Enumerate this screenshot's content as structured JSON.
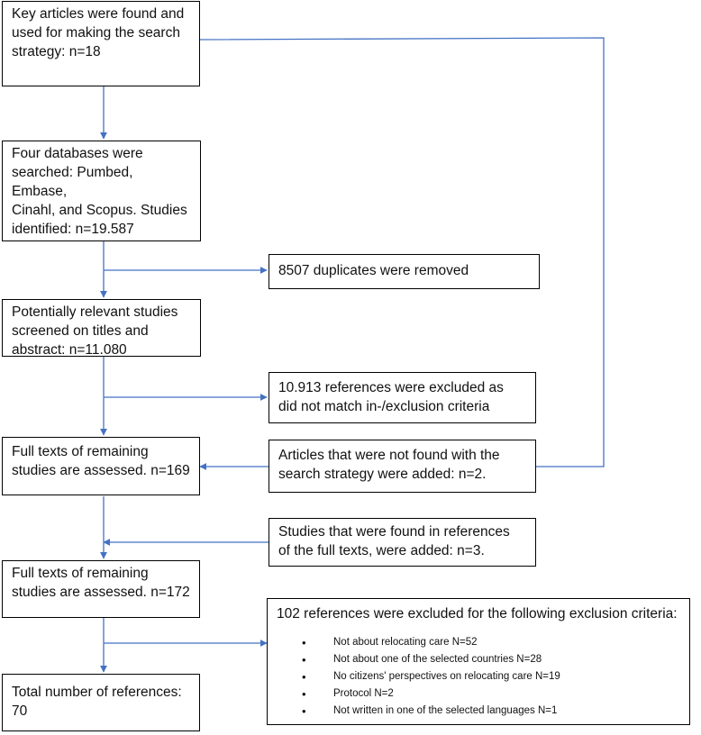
{
  "boxes": {
    "key_articles": "Key articles were found and\nused for making the search\nstrategy: n=18",
    "databases": "Four databases were\nsearched: Pumbed, Embase,\nCinahl, and Scopus. Studies\nidentified: n=19.587",
    "duplicates": "8507 duplicates were removed",
    "screened": "Potentially relevant studies\nscreened on titles and\nabstract: n=11.080",
    "excluded_criteria": "10.913 references were excluded as\ndid not match in-/exclusion criteria",
    "full_texts_1": "Full texts of remaining\nstudies are assessed. n=169",
    "not_found_added": "Articles that were not found with the\nsearch strategy were added: n=2.",
    "refs_added": "Studies that were found in references\nof the full texts, were added: n=3.",
    "full_texts_2": "Full texts of remaining\nstudies are assessed. n=172",
    "total": "Total number of references:\n70"
  },
  "exclusion": {
    "title": "102 references were excluded for the following exclusion criteria:",
    "items": [
      "Not about relocating care N=52",
      "Not about one of the selected countries N=28",
      "No citizens' perspectives on relocating care N=19",
      "Protocol N=2",
      "Not written in one of the selected languages N=1"
    ]
  },
  "colors": {
    "arrow": "#4472c4",
    "border": "#000000"
  }
}
